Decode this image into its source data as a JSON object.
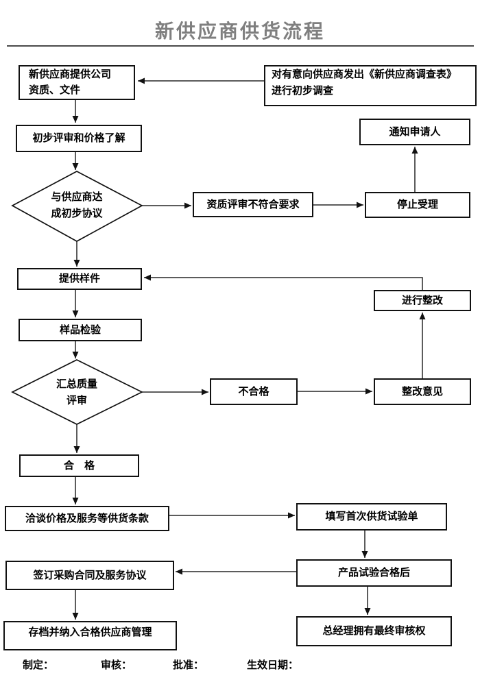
{
  "page": {
    "title": "新供应商供货流程"
  },
  "colors": {
    "title": "#7f7f7f",
    "box_border": "#111111",
    "connector": "#262626",
    "background": "#ffffff"
  },
  "flowchart": {
    "nodes": {
      "provide_docs_line1": "新供应商提供公司",
      "provide_docs_line2": "资质、文件",
      "survey_line1": "对有意向供应商发出《新供应商调查表》",
      "survey_line2": "进行初步调查",
      "initial_review": "初步评审和价格了解",
      "notify_applicant": "通知申请人",
      "agreement_line1": "与供应商达",
      "agreement_line2": "成初步协议",
      "review_fail": "资质评审不符合要求",
      "stop_accepting": "停止受理",
      "provide_sample": "提供样件",
      "rectify": "进行整改",
      "sample_inspection": "样品检验",
      "quality_review_line1": "汇总质量",
      "quality_review_line2": "评审",
      "fail": "不合格",
      "rectify_opinion": "整改意见",
      "pass": "合　格",
      "negotiate": "洽谈价格及服务等供货条款",
      "trial_form": "填写首次供货试验单",
      "sign_contract": "签订采购合同及服务协议",
      "product_pass": "产品试验合格后",
      "archive": "存档并纳入合格供应商管理",
      "gm_approval": "总经理拥有最终审核权"
    }
  },
  "footer": {
    "draft": "制定：",
    "review": "审核：",
    "approve": "批准：",
    "effective_date": "生效日期："
  }
}
